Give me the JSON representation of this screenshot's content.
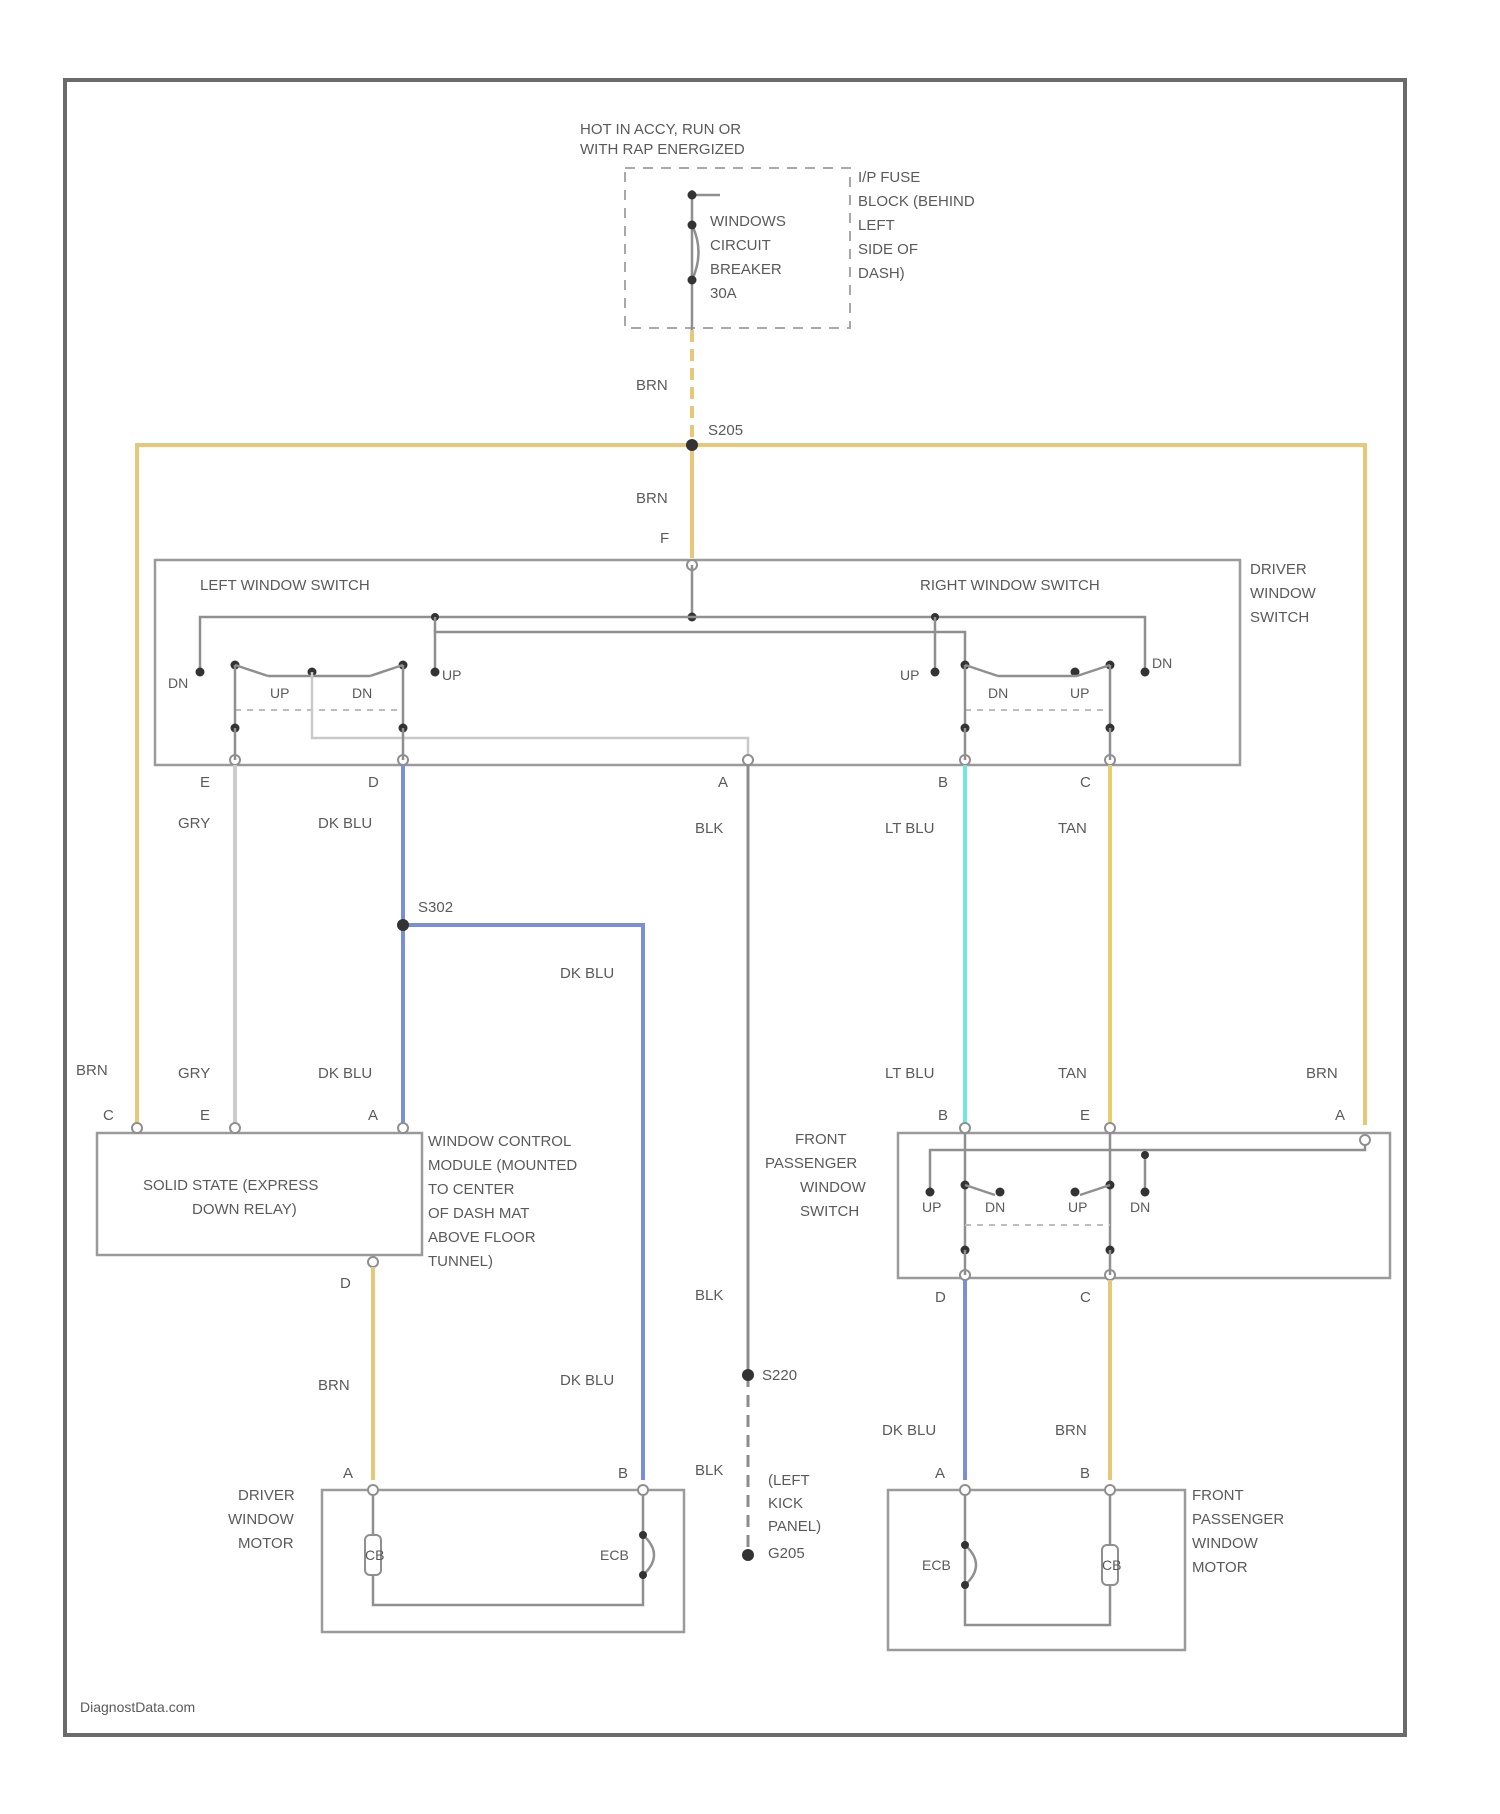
{
  "power_source": {
    "hot_label_1": "HOT IN ACCY, RUN OR",
    "hot_label_2": "WITH RAP ENERGIZED",
    "breaker_1": "WINDOWS",
    "breaker_2": "CIRCUIT",
    "breaker_3": "BREAKER",
    "breaker_4": "30A",
    "location_1": "I/P FUSE",
    "location_2": "BLOCK (BEHIND",
    "location_3": "LEFT",
    "location_4": "SIDE OF",
    "location_5": "DASH)"
  },
  "splice_top": "S205",
  "splice_mid": "S302",
  "ground_splice": "S220",
  "ground_1": "(LEFT",
  "ground_2": "KICK",
  "ground_3": "PANEL)",
  "ground_4": "G205",
  "driver_switch": {
    "title_1": "DRIVER",
    "title_2": "WINDOW",
    "title_3": "SWITCH",
    "left_label": "LEFT WINDOW SWITCH",
    "right_label": "RIGHT WINDOW SWITCH",
    "pin_top": "F",
    "pin_e": "E",
    "pin_d": "D",
    "pin_a": "A",
    "pin_b": "B",
    "pin_c": "C",
    "dn": "DN",
    "up": "UP"
  },
  "wires": {
    "brn": "BRN",
    "gry": "GRY",
    "dk_blu": "DK BLU",
    "blk": "BLK",
    "lt_blu": "LT BLU",
    "tan": "TAN"
  },
  "relay": {
    "text_1": "SOLID STATE (EXPRESS",
    "text_2": "DOWN RELAY)",
    "module_1": "WINDOW CONTROL",
    "module_2": "MODULE (MOUNTED",
    "module_3": "TO CENTER",
    "module_4": "OF DASH MAT",
    "module_5": "ABOVE FLOOR",
    "module_6": "TUNNEL)",
    "pin_c": "C",
    "pin_e": "E",
    "pin_a": "A",
    "pin_d": "D"
  },
  "passenger_switch": {
    "title_1": "FRONT",
    "title_2": "PASSENGER",
    "title_3": "WINDOW",
    "title_4": "SWITCH",
    "pin_b": "B",
    "pin_e": "E",
    "pin_a": "A",
    "pin_d": "D",
    "pin_c": "C"
  },
  "driver_motor": {
    "title_1": "DRIVER",
    "title_2": "WINDOW",
    "title_3": "MOTOR",
    "pin_a": "A",
    "pin_b": "B",
    "cb": "CB",
    "ecb": "ECB"
  },
  "passenger_motor": {
    "title_1": "FRONT",
    "title_2": "PASSENGER",
    "title_3": "WINDOW",
    "title_4": "MOTOR",
    "pin_a": "A",
    "pin_b": "B",
    "cb": "CB",
    "ecb": "ECB"
  },
  "watermark": "DiagnostData.com",
  "colors": {
    "brn": "#e8c878",
    "dk_blu": "#7b8fd8",
    "lt_blu": "#6ee8e0",
    "tan": "#e8cc70",
    "gry": "#cccccc",
    "blk": "#8c8c8c"
  }
}
